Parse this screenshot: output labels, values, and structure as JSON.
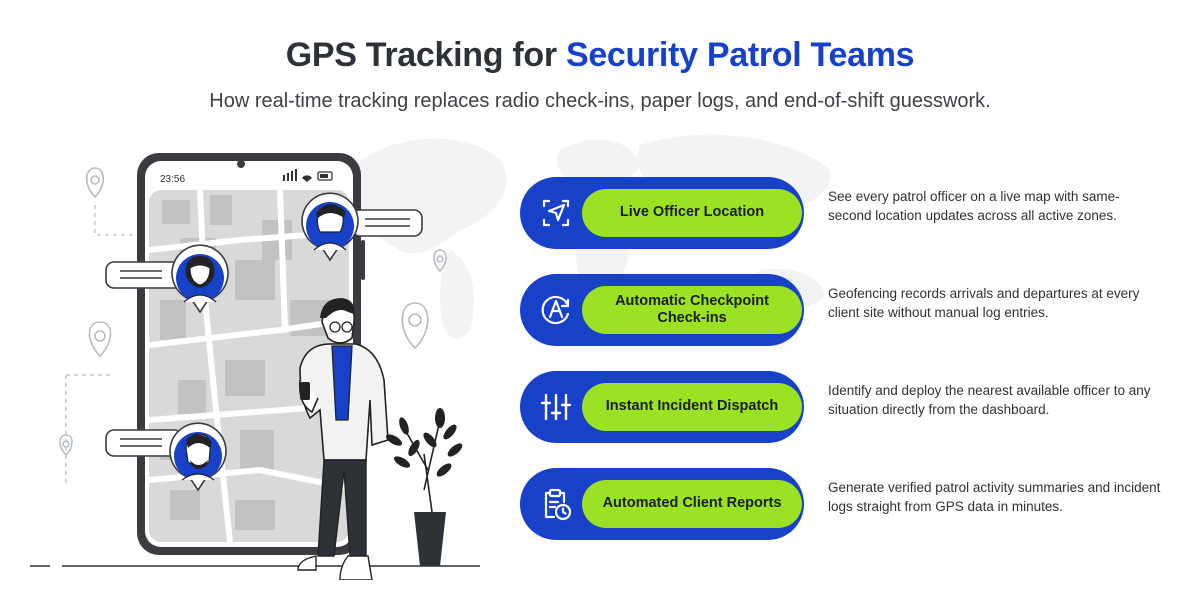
{
  "header": {
    "title_prefix": "GPS Tracking for ",
    "title_accent": "Security Patrol Teams",
    "subtitle": "How real-time tracking replaces radio check-ins, paper logs, and end-of-shift guesswork."
  },
  "phone": {
    "time": "23:56"
  },
  "features": [
    {
      "label": "Live Officer Location",
      "icon": "location-arrow-icon",
      "description": "See every patrol officer on a live map with same-second location updates across all active zones."
    },
    {
      "label": "Automatic Checkpoint Check-ins",
      "icon": "auto-checkin-icon",
      "description": "Geofencing records arrivals and departures at every client site without manual log entries."
    },
    {
      "label": "Instant Incident Dispatch",
      "icon": "sliders-icon",
      "description": "Identify and deploy the nearest available officer to any situation directly from the dashboard."
    },
    {
      "label": "Automated Client Reports",
      "icon": "report-clock-icon",
      "description": "Generate verified patrol activity summaries and incident logs straight from GPS data in minutes."
    }
  ],
  "colors": {
    "accent_blue": "#1741c9",
    "accent_green": "#9be223",
    "dark_text": "#2e3135",
    "map_gray": "#d9d9d9"
  }
}
